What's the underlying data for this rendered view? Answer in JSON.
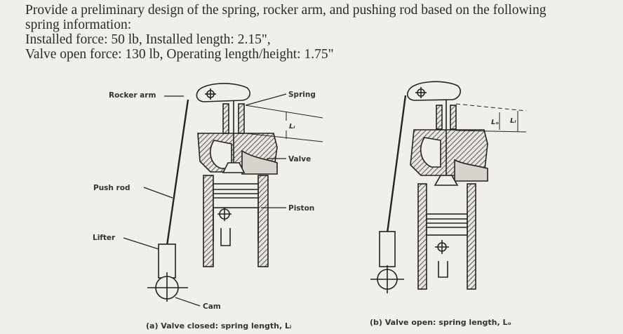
{
  "problem": {
    "line1": "Provide a preliminary design of the spring, rocker arm, and pushing rod based on the following",
    "line2": "spring information:",
    "line3": "Installed force: 50 lb, Installed length: 2.15\",",
    "line4": "Valve open force: 130 lb, Operating length/height: 1.75\""
  },
  "figure_a": {
    "label_rocker_arm": "Rocker arm",
    "label_spring": "Spring",
    "label_valve": "Valve",
    "label_push_rod": "Push rod",
    "label_piston": "Piston",
    "label_lifter": "Lifter",
    "label_cam": "Cam",
    "dim_symbol": "Lᵢ",
    "caption": "(a) Valve closed: spring length, Lᵢ"
  },
  "figure_b": {
    "dim_symbol_o": "Lₒ",
    "dim_symbol_i": "Lᵢ",
    "caption": "(b) Valve open: spring length, Lₒ"
  }
}
